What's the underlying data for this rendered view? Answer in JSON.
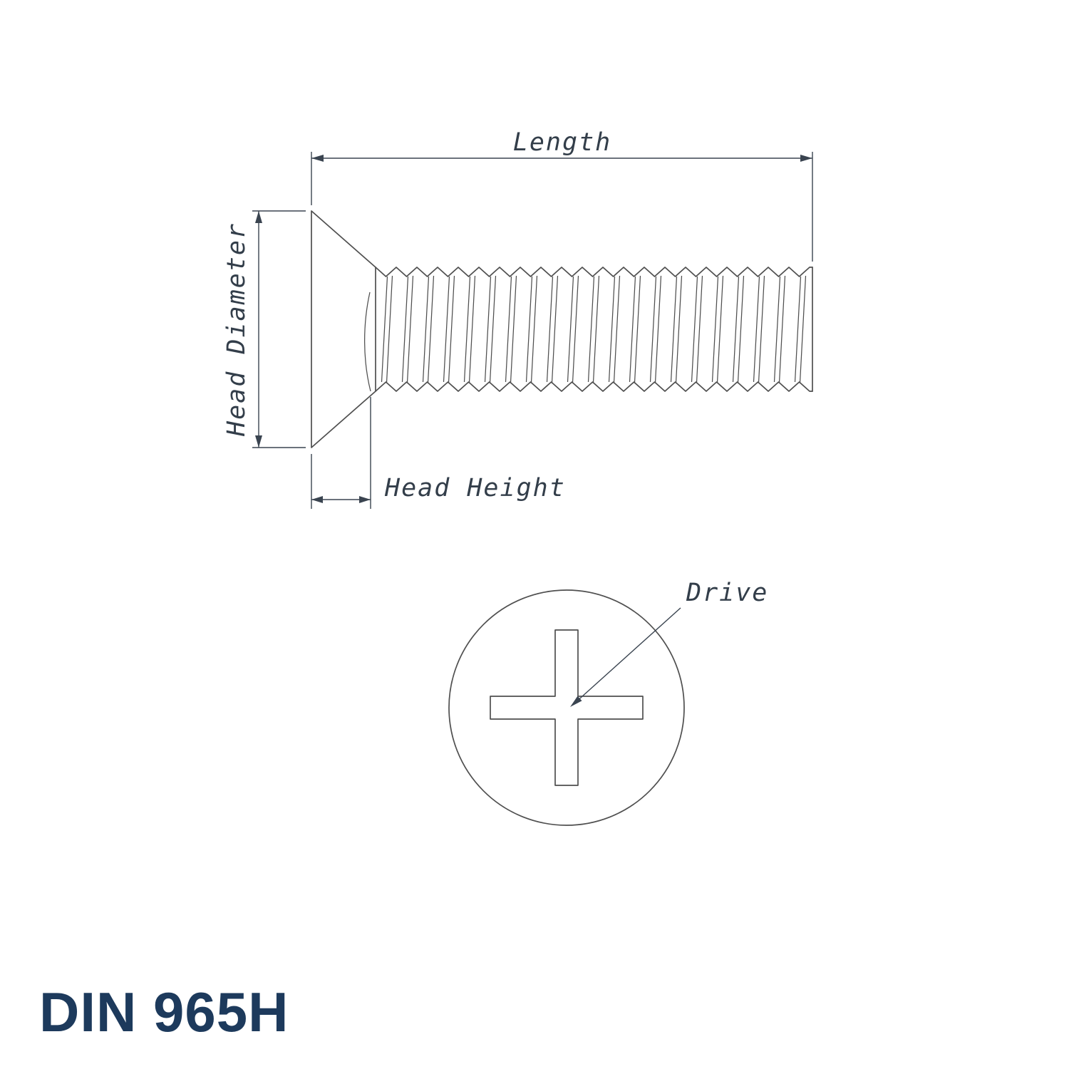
{
  "title": "DIN 965H",
  "labels": {
    "length": "Length",
    "head_diameter": "Head Diameter",
    "head_height": "Head Height",
    "drive": "Drive"
  },
  "colors": {
    "line": "#4f4f4f",
    "dimension": "#3a4450",
    "label_text": "#333e4a",
    "title_text": "#1d3a5c",
    "background": "#ffffff"
  }
}
